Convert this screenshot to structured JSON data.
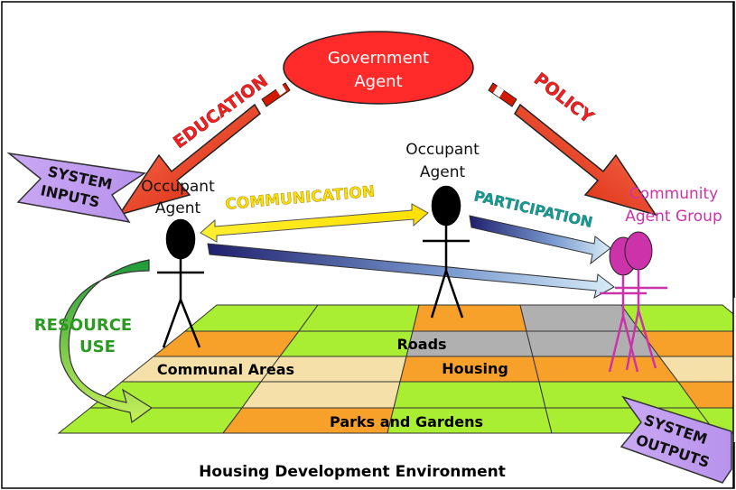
{
  "government": {
    "line1": "Government",
    "line2": "Agent",
    "fill": "#ff2a2a"
  },
  "education_label": "EDUCATION",
  "policy_label": "POLICY",
  "system_inputs": {
    "line1": "SYSTEM",
    "line2": "INPUTS"
  },
  "system_outputs": {
    "line1": "SYSTEM",
    "line2": "OUTPUTS"
  },
  "occupant_left": {
    "line1": "Occupant",
    "line2": "Agent"
  },
  "occupant_center": {
    "line1": "Occupant",
    "line2": "Agent"
  },
  "community": {
    "line1": "Community",
    "line2": "Agent Group",
    "color": "#cc33aa"
  },
  "communication_label": "COMMUNICATION",
  "participation_label": "PARTICIPATION",
  "resource_use": {
    "line1": "RESOURCE",
    "line2": "USE"
  },
  "grid_labels": {
    "roads": "Roads",
    "communal": "Communal Areas",
    "housing": "Housing",
    "parks": "Parks and Gardens"
  },
  "footer_title": "Housing Development Environment",
  "colors": {
    "green": "#aaee33",
    "orange": "#f7a02a",
    "gray": "#b0b0b0",
    "beige": "#f6e0aa"
  }
}
